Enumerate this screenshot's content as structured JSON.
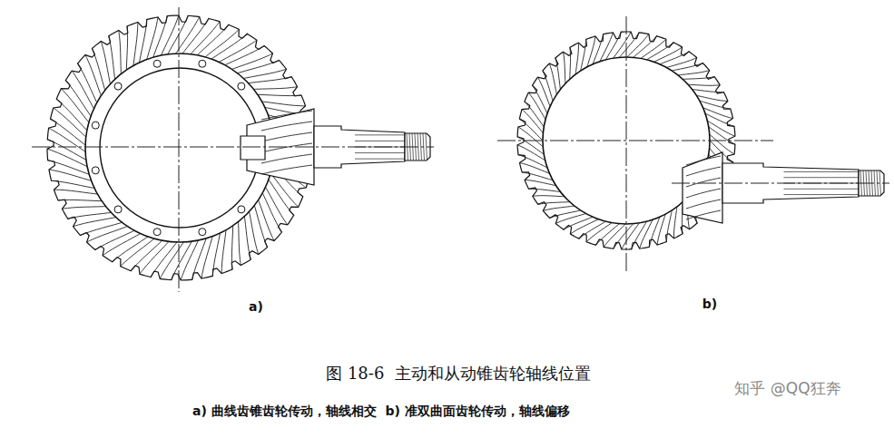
{
  "diagram": {
    "title": "图 18-6  主动和从动锥齿轮轴线位置",
    "caption": "a) 曲线齿锥齿轮传动，轴线相交  b) 准双曲面齿轮传动，轴线偏移",
    "labels": [
      "a)",
      "b)",
      "知乎 @QQ狂奔"
    ]
  }
}
